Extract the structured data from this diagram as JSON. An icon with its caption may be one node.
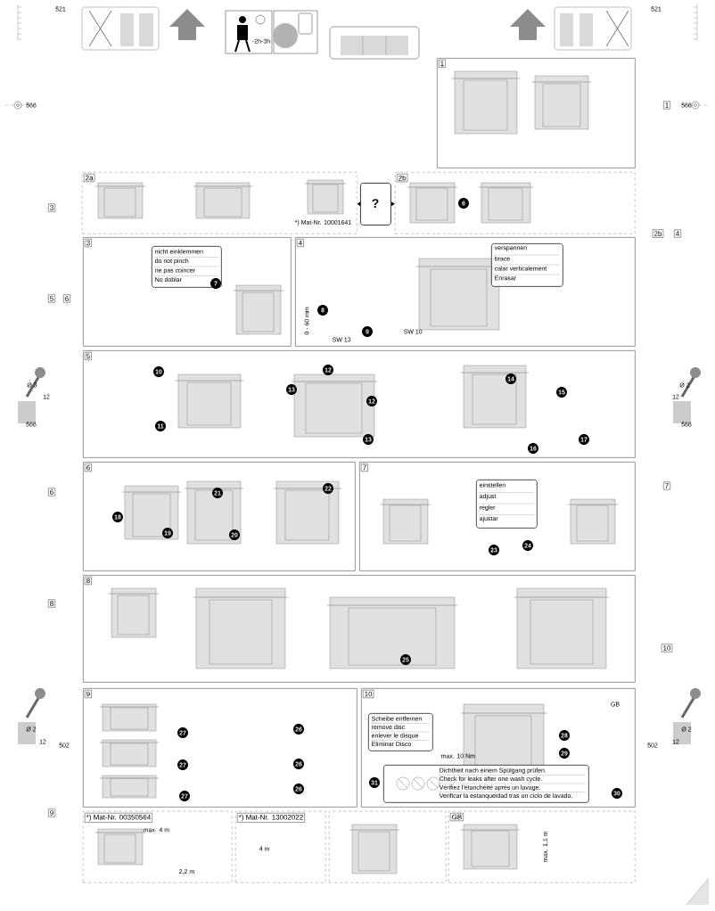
{
  "diagram": {
    "nodes": [
      {
        "text": [
          "1"
        ]
      },
      {
        "text": [
          "2a",
          "*) Mat-Nr. 10001641"
        ]
      },
      {
        "text": [
          "?"
        ]
      },
      {
        "text": [
          "2b"
        ]
      },
      {
        "text": [
          "3"
        ]
      },
      {
        "text": [
          "nicht einklemmen",
          "do not pinch",
          "ne pas coincer",
          "No doblar"
        ],
        "in": 4
      },
      {
        "text": [
          "4",
          "0 - 60 mm",
          "SW 13",
          "SW 10"
        ]
      },
      {
        "text": [
          "verspannen",
          "brace",
          "calar verticalement",
          "Enrasar"
        ],
        "in": 6
      },
      {
        "text": [
          "5"
        ]
      },
      {
        "text": [
          "6"
        ]
      },
      {
        "text": [
          "7"
        ]
      },
      {
        "text": [
          "einstellen",
          "adjust",
          "régler",
          "ajustar"
        ],
        "in": 10
      },
      {
        "text": [
          "8"
        ]
      },
      {
        "text": [
          "9"
        ]
      },
      {
        "text": [
          "10",
          "max. 10 Nm",
          "GB"
        ]
      },
      {
        "text": [
          "Scheibe entfernen",
          "remove disc",
          "enlever le disque",
          "Eliminar Disco"
        ],
        "in": 14
      },
      {
        "text": [
          "Dichtheit nach einem Spülgang prüfen.",
          "Check for leaks after one wash cycle.",
          "Vérifiez l'étanchéité après un lavage.",
          "Verificar la estanqueidad tras un ciclo de lavado."
        ],
        "in": 14
      },
      {
        "text": [
          "*) Mat-Nr. 00350564",
          "max. 4 m",
          "2,2 m"
        ]
      },
      {
        "text": [
          "*) Mat-Nr. 13002022",
          "4 m"
        ]
      },
      {
        "text": [],
        "shape": "box"
      },
      {
        "text": [
          "GB",
          "max. 1,1 m"
        ]
      }
    ],
    "edges": [
      {
        "from": 2,
        "to": 1,
        "arrow": "to"
      },
      {
        "from": 2,
        "to": 3,
        "arrow": "to"
      }
    ],
    "labels": [
      "521",
      "-2h-3h",
      "521",
      "566",
      "1",
      "566",
      "3",
      "2b",
      "4",
      "5",
      "6",
      "Ø 3",
      "12",
      "566",
      "Ø 2",
      "12",
      "566",
      "6",
      "7",
      "8",
      "10",
      "Ø 2",
      "12",
      "502",
      "Ø 2",
      "12",
      "502",
      "9",
      "6",
      "7",
      "8",
      "9",
      "10",
      "11",
      "12",
      "12",
      "13",
      "13",
      "14",
      "15",
      "16",
      "17",
      "18",
      "19",
      "20",
      "21",
      "22",
      "23",
      "24",
      "25",
      "26",
      "26",
      "26",
      "27",
      "27",
      "27",
      "28",
      "29",
      "30",
      "31"
    ]
  }
}
